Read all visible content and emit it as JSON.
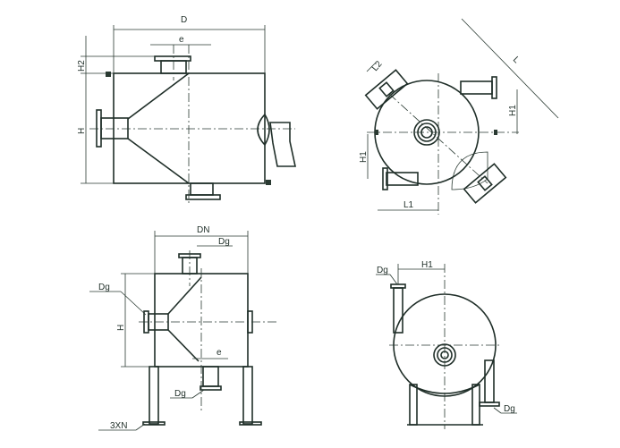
{
  "views": {
    "front": {
      "D": "D",
      "e": "e",
      "H2": "H2",
      "H": "H"
    },
    "plan": {
      "L2": "L2",
      "L": "L",
      "H1_right": "H1",
      "H1_left": "H1",
      "L1": "L1"
    },
    "legged_front": {
      "DN": "DN",
      "Dg_top": "Dg",
      "Dg_left": "Dg",
      "H": "H",
      "e": "e",
      "Dg_bottom": "Dg",
      "legs": "3XN"
    },
    "side": {
      "Dg_top": "Dg",
      "H1": "H1",
      "Dg_bottom": "Dg"
    }
  },
  "colors": {
    "line": "#1f2e28"
  }
}
